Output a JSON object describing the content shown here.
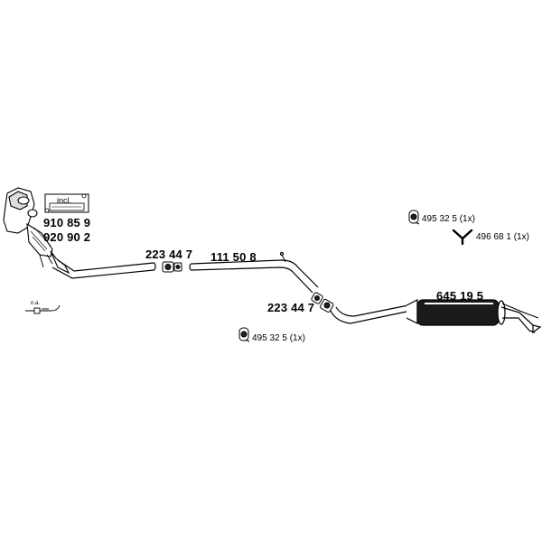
{
  "labels": {
    "incl": "incl.",
    "cat_part_1": "910 85 9",
    "cat_part_2": "920 90 2",
    "clamp_front": "223 44 7",
    "mid_pipe": "111 50 8",
    "clamp_rear": "223 44 7",
    "rear_muffler": "645 19 5",
    "hanger_top": "495 32 5 (1x)",
    "y_hanger": "496 68 1 (1x)",
    "hanger_bottom": "495 32 5 (1x)",
    "sensor_note": "n.a."
  },
  "colors": {
    "line": "#000000",
    "fill": "#ffffff",
    "shade": "#1a1a1a"
  }
}
